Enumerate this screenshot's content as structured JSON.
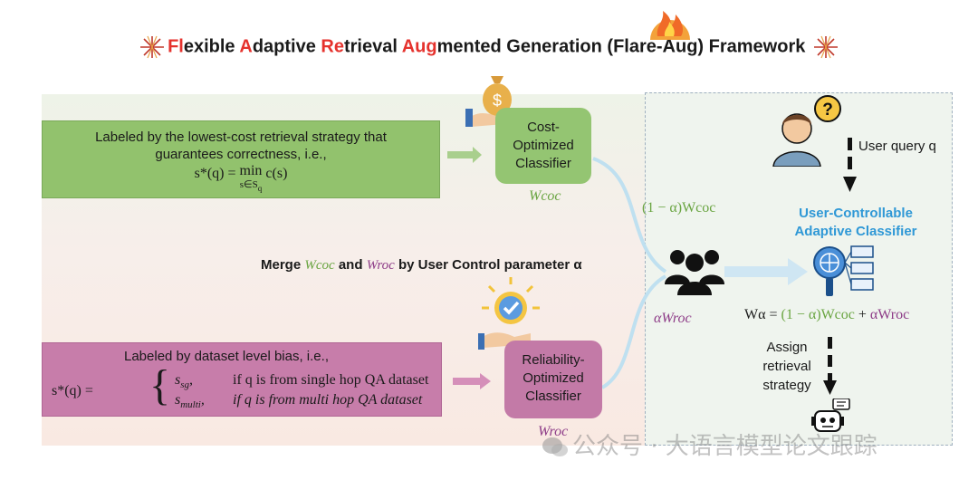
{
  "title": {
    "parts": [
      {
        "text": "Fl",
        "highlight": true
      },
      {
        "text": "exible ",
        "highlight": false
      },
      {
        "text": "A",
        "highlight": true
      },
      {
        "text": "daptive ",
        "highlight": false
      },
      {
        "text": "Re",
        "highlight": true
      },
      {
        "text": "trieval ",
        "highlight": false
      },
      {
        "text": "Aug",
        "highlight": true
      },
      {
        "text": "mented Generation (Flare-Aug) Framework",
        "highlight": false
      }
    ]
  },
  "cost_box": {
    "line1": "Labeled by the lowest-cost retrieval strategy that",
    "line2": "guarantees correctness, i.e.,",
    "formula_lhs": "s*(q) = ",
    "formula_min": "min",
    "formula_sub": "s∈S",
    "formula_subsub": "q",
    "formula_rhs": " c(s)"
  },
  "cost_classifier": {
    "line1": "Cost-",
    "line2": "Optimized",
    "line3": "Classifier",
    "weight": "Wcoc"
  },
  "reliability_box": {
    "line1": "Labeled by dataset level  bias, i.e.,",
    "lhs": "s*(q) =",
    "case1_s": "s",
    "case1_sub": "sg",
    "case1_cond": "if q is from single hop QA dataset",
    "case2_s": "s",
    "case2_sub": "multi",
    "case2_cond": "if q is from multi hop QA dataset"
  },
  "reliability_classifier": {
    "line1": "Reliability-",
    "line2": "Optimized",
    "line3": "Classifier",
    "weight": "Wroc"
  },
  "merge": {
    "prefix": "Merge ",
    "w_coc": "Wcoc",
    "mid": "  and ",
    "w_roc": "Wroc",
    "suffix": " by User Control parameter α"
  },
  "flow_labels": {
    "one_minus_alpha": "(1 − α)Wcoc",
    "alpha_roc": "αWroc"
  },
  "right_panel": {
    "user_query": "User query q",
    "ucac_line1": "User-Controllable",
    "ucac_line2": "Adaptive Classifier",
    "w_alpha_eq_lhs": "Wα = ",
    "w_alpha_eq_green": "(1 − α)Wcoc",
    "w_alpha_eq_plus": " + ",
    "w_alpha_eq_purple": "αWroc",
    "assign_line1": "Assign",
    "assign_line2": "retrieval",
    "assign_line3": "strategy"
  },
  "watermark": "公众号 · 大语言模型论文跟踪",
  "colors": {
    "highlight_red": "#e5322d",
    "green": "#92c26d",
    "purple": "#c77daa",
    "blue": "#2f98d6",
    "arrow_light_blue": "#bfe0f0"
  }
}
